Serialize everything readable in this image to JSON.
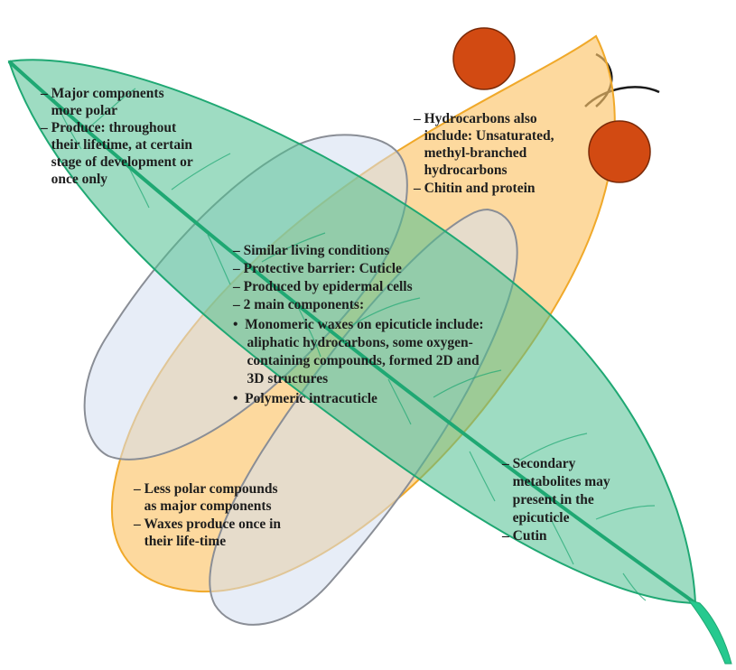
{
  "colors": {
    "leaf_fill": "#4fbf8f",
    "leaf_stroke": "#1fa873",
    "midrib": "#1fa873",
    "body_fill": "#fcc56a",
    "body_stroke": "#f0a92a",
    "wing_fill": "#d3dff0",
    "wing_stroke": "#8a8e96",
    "eye_fill": "#d24a12",
    "eye_stroke": "#7a2a08",
    "antenna": "#1a1a1a",
    "text": "#1e1e1e"
  },
  "icons": [
    "insect-eye-icon",
    "insect-antenna-icon",
    "leaf-icon",
    "insect-wing-icon"
  ],
  "blocks": {
    "plant_top": [
      "– Major components",
      "   more polar",
      "– Produce: throughout",
      "   their lifetime, at certain",
      "   stage of development or",
      "   once only"
    ],
    "insect_top": [
      "– Hydrocarbons also",
      "   include: Unsaturated,",
      "   methyl-branched",
      "   hydrocarbons",
      "– Chitin and protein"
    ],
    "common": [
      "– Similar living conditions",
      "– Protective barrier: Cuticle",
      "– Produced by epidermal cells",
      "– 2 main components:"
    ],
    "common_bullets": [
      "•  Monomeric waxes on epicuticle include:",
      "    aliphatic hydrocarbons, some oxygen-",
      "    containing compounds, formed 2D and",
      "    3D structures",
      "•  Polymeric intracuticle"
    ],
    "insect_bottom": [
      "– Less polar compounds",
      "   as major components",
      "– Waxes produce once in",
      "   their life-time"
    ],
    "plant_bottom": [
      "– Secondary",
      "   metabolites may",
      "   present in the",
      "   epicuticle",
      "– Cutin"
    ]
  }
}
